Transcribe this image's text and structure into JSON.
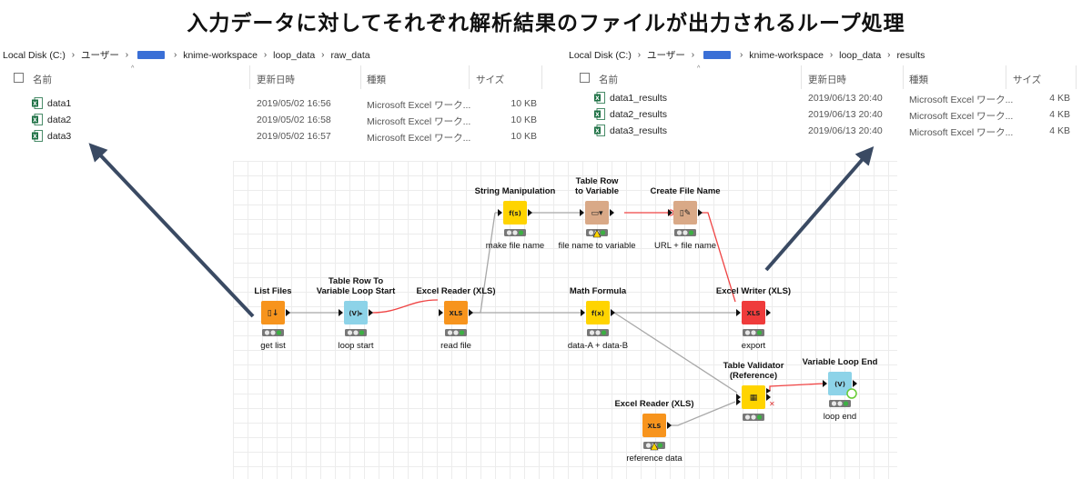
{
  "title": "入力データに対してそれぞれ解析結果のファイルが出力されるループ処理",
  "explorer_left": {
    "path": [
      "Local Disk (C:)",
      "ユーザー",
      "",
      "knime-workspace",
      "loop_data",
      "raw_data"
    ],
    "columns": [
      "名前",
      "更新日時",
      "種類",
      "サイズ"
    ],
    "files": [
      {
        "name": "data1",
        "date": "2019/05/02 16:56",
        "type": "Microsoft Excel ワーク...",
        "size": "10 KB"
      },
      {
        "name": "data2",
        "date": "2019/05/02 16:58",
        "type": "Microsoft Excel ワーク...",
        "size": "10 KB"
      },
      {
        "name": "data3",
        "date": "2019/05/02 16:57",
        "type": "Microsoft Excel ワーク...",
        "size": "10 KB"
      }
    ]
  },
  "explorer_right": {
    "path": [
      "Local Disk (C:)",
      "ユーザー",
      "",
      "knime-workspace",
      "loop_data",
      "results"
    ],
    "columns": [
      "名前",
      "更新日時",
      "種類",
      "サイズ"
    ],
    "files": [
      {
        "name": "data1_results",
        "date": "2019/06/13 20:40",
        "type": "Microsoft Excel ワーク...",
        "size": "4 KB"
      },
      {
        "name": "data2_results",
        "date": "2019/06/13 20:40",
        "type": "Microsoft Excel ワーク...",
        "size": "4 KB"
      },
      {
        "name": "data3_results",
        "date": "2019/06/13 20:40",
        "type": "Microsoft Excel ワーク...",
        "size": "4 KB"
      }
    ]
  },
  "workflow": {
    "nodes": [
      {
        "id": "list_files",
        "title": [
          "List Files"
        ],
        "label": "get list",
        "color": "#f7941d",
        "glyph": "▯↓",
        "status": "green"
      },
      {
        "id": "loop_start",
        "title": [
          "Table Row To",
          "Variable Loop Start"
        ],
        "label": "loop start",
        "color": "#8dd3e8",
        "glyph": "(V)▸",
        "status": "green"
      },
      {
        "id": "excel_reader",
        "title": [
          "Excel Reader (XLS)"
        ],
        "label": "read file",
        "color": "#f7941d",
        "glyph": "XLS",
        "status": "green"
      },
      {
        "id": "string_manip",
        "title": [
          "String Manipulation"
        ],
        "label": "make file name",
        "color": "#ffd400",
        "glyph": "f(s)",
        "status": "green"
      },
      {
        "id": "row_to_var",
        "title": [
          "Table Row",
          "to Variable"
        ],
        "label": "file name to variable",
        "color": "#d9a987",
        "glyph": "▭▾",
        "status": "warning"
      },
      {
        "id": "create_file_name",
        "title": [
          "Create File Name"
        ],
        "label": "URL + file name",
        "color": "#d9a987",
        "glyph": "▯✎",
        "status": "green"
      },
      {
        "id": "math_formula",
        "title": [
          "Math Formula"
        ],
        "label": "data-A + data-B",
        "color": "#ffd400",
        "glyph": "f(x)",
        "status": "green"
      },
      {
        "id": "excel_writer",
        "title": [
          "Excel Writer (XLS)"
        ],
        "label": "export",
        "color": "#ef3b3b",
        "glyph": "XLS",
        "status": "green"
      },
      {
        "id": "table_validator",
        "title": [
          "Table Validator",
          "(Reference)"
        ],
        "label": "",
        "color": "#ffd400",
        "glyph": "▦",
        "status": "green"
      },
      {
        "id": "excel_reader_ref",
        "title": [
          "Excel Reader (XLS)"
        ],
        "label": "reference data",
        "color": "#f7941d",
        "glyph": "XLS",
        "status": "warning"
      },
      {
        "id": "loop_end",
        "title": [
          "Variable Loop End"
        ],
        "label": "loop end",
        "color": "#8dd3e8",
        "glyph": "(V)",
        "status": "green"
      }
    ]
  },
  "colors": {
    "data_edge": "#a8a8a8",
    "flow_var_edge": "#ef4444",
    "arrow": "#3a4a63",
    "redaction": "#3a6fd6"
  }
}
